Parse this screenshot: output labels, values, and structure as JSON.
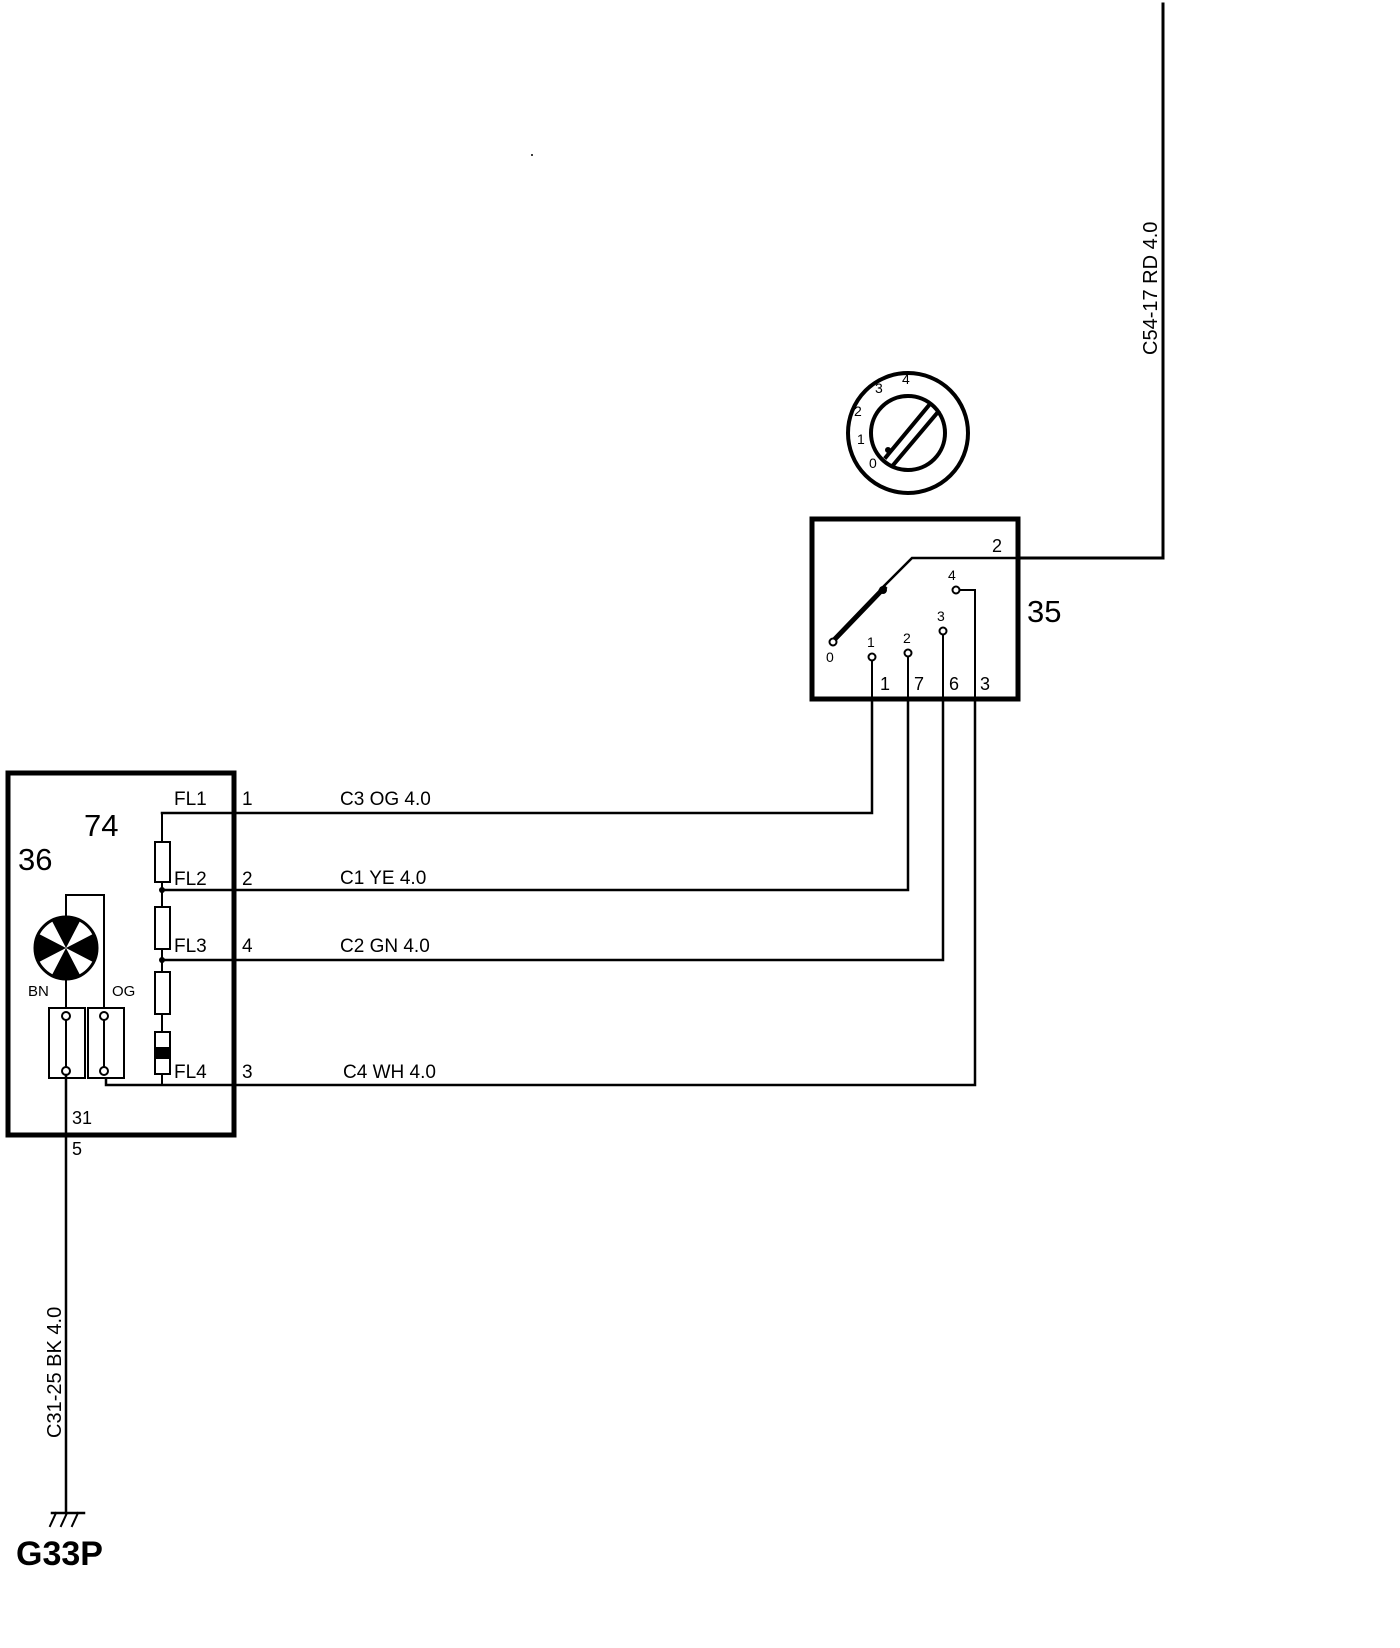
{
  "components": {
    "fan_module": {
      "number": "36"
    },
    "resistor_pack": {
      "number": "74"
    },
    "fan_switch": {
      "number": "35"
    }
  },
  "switch_positions": {
    "knob_labels": [
      "0",
      "1",
      "2",
      "3",
      "4"
    ],
    "contact_labels": [
      "0",
      "1",
      "2",
      "3",
      "4"
    ],
    "common_terminal": "2",
    "bottom_terminals": [
      "1",
      "7",
      "6",
      "3"
    ]
  },
  "resistor_taps": [
    "FL1",
    "FL2",
    "FL3",
    "FL4"
  ],
  "module_pins": [
    "1",
    "2",
    "4",
    "3"
  ],
  "motor_wires": {
    "left": "BN",
    "right": "OG"
  },
  "ground_terminal": {
    "inside": "31",
    "outside": "5"
  },
  "wires": {
    "c3": "C3  OG 4.0",
    "c1": "C1  YE  4.0",
    "c2": "C2  GN 4.0",
    "c4": "C4  WH 4.0",
    "supply": "C54-17   RD 4.0",
    "ground": "C31-25   BK 4.0"
  },
  "ground_point": "G33P"
}
